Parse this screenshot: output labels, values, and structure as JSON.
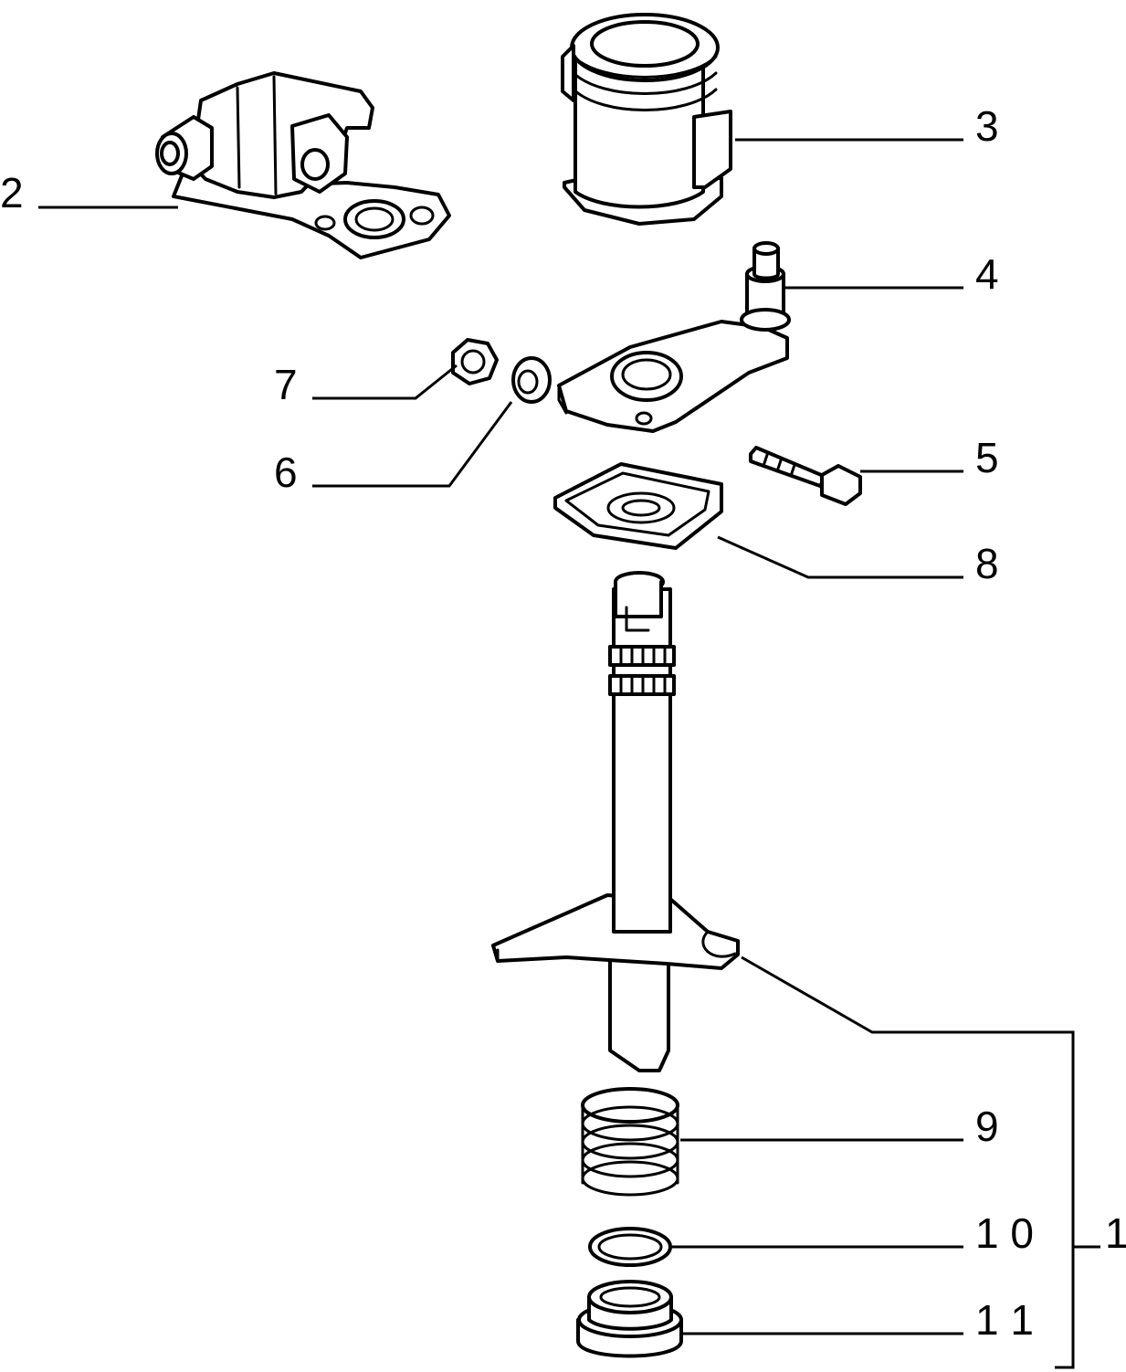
{
  "callouts": {
    "c1": "1",
    "c2": "2",
    "c3": "3",
    "c4": "4",
    "c5": "5",
    "c6": "6",
    "c7": "7",
    "c8": "8",
    "c9": "9",
    "c10": "1 0",
    "c11": "1 1"
  },
  "colors": {
    "ink": "#000000",
    "paper": "#ffffff"
  }
}
